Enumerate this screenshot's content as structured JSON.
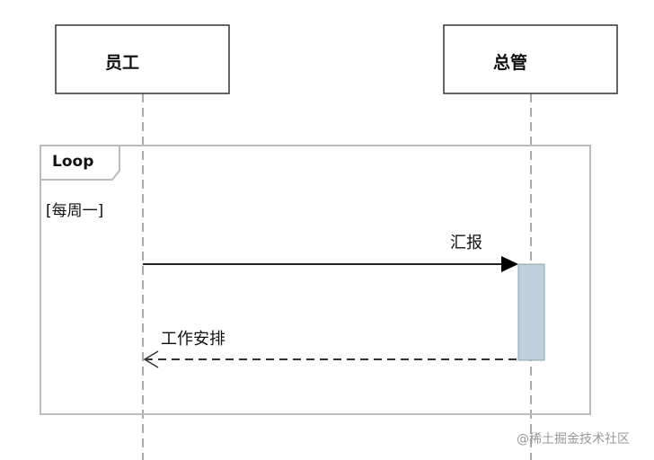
{
  "participants": [
    {
      "label": "员工"
    },
    {
      "label": "总管"
    }
  ],
  "fragment": {
    "operator": "Loop",
    "guard": "[每周一]"
  },
  "messages": [
    {
      "label": "汇报",
      "from": "员工",
      "to": "总管",
      "type": "sync"
    },
    {
      "label": "工作安排",
      "from": "总管",
      "to": "员工",
      "type": "return"
    }
  ],
  "watermark": "@稀土掘金技术社区",
  "colors": {
    "activation": "#c0d0dc",
    "border": "#333333",
    "frame": "#bbbbbb"
  }
}
